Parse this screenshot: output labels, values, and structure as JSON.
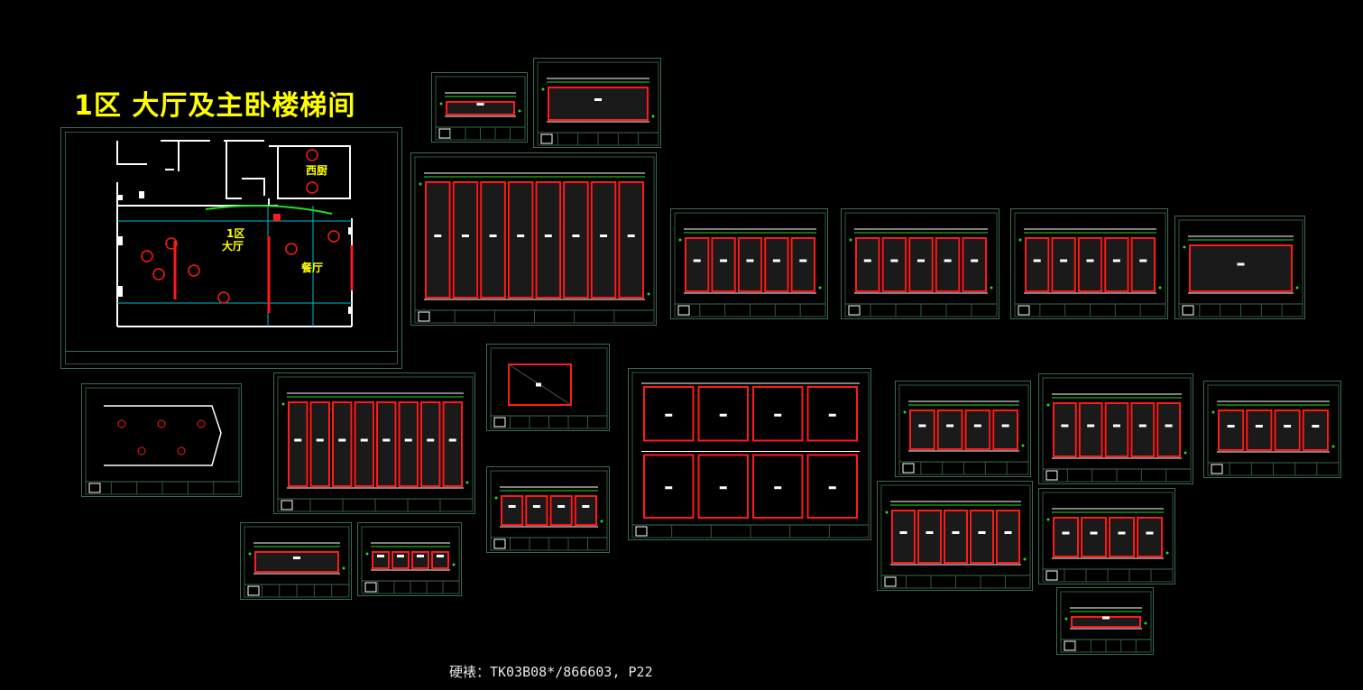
{
  "title": "1区 大厅及主卧楼梯间",
  "footer": "硬裱：TK03B08*/866603, P22",
  "plan_labels": {
    "west_kitchen": "西厨",
    "zone_1": "1区",
    "hall": "大厅",
    "dining": "餐厅"
  },
  "colors": {
    "background": "#000000",
    "title": "#ffff00",
    "frame": "#3d6b4f",
    "wall": "#ffffff",
    "panel": "#ff1a1a",
    "axis": "#00bcd4",
    "accent": "#22dd22"
  }
}
